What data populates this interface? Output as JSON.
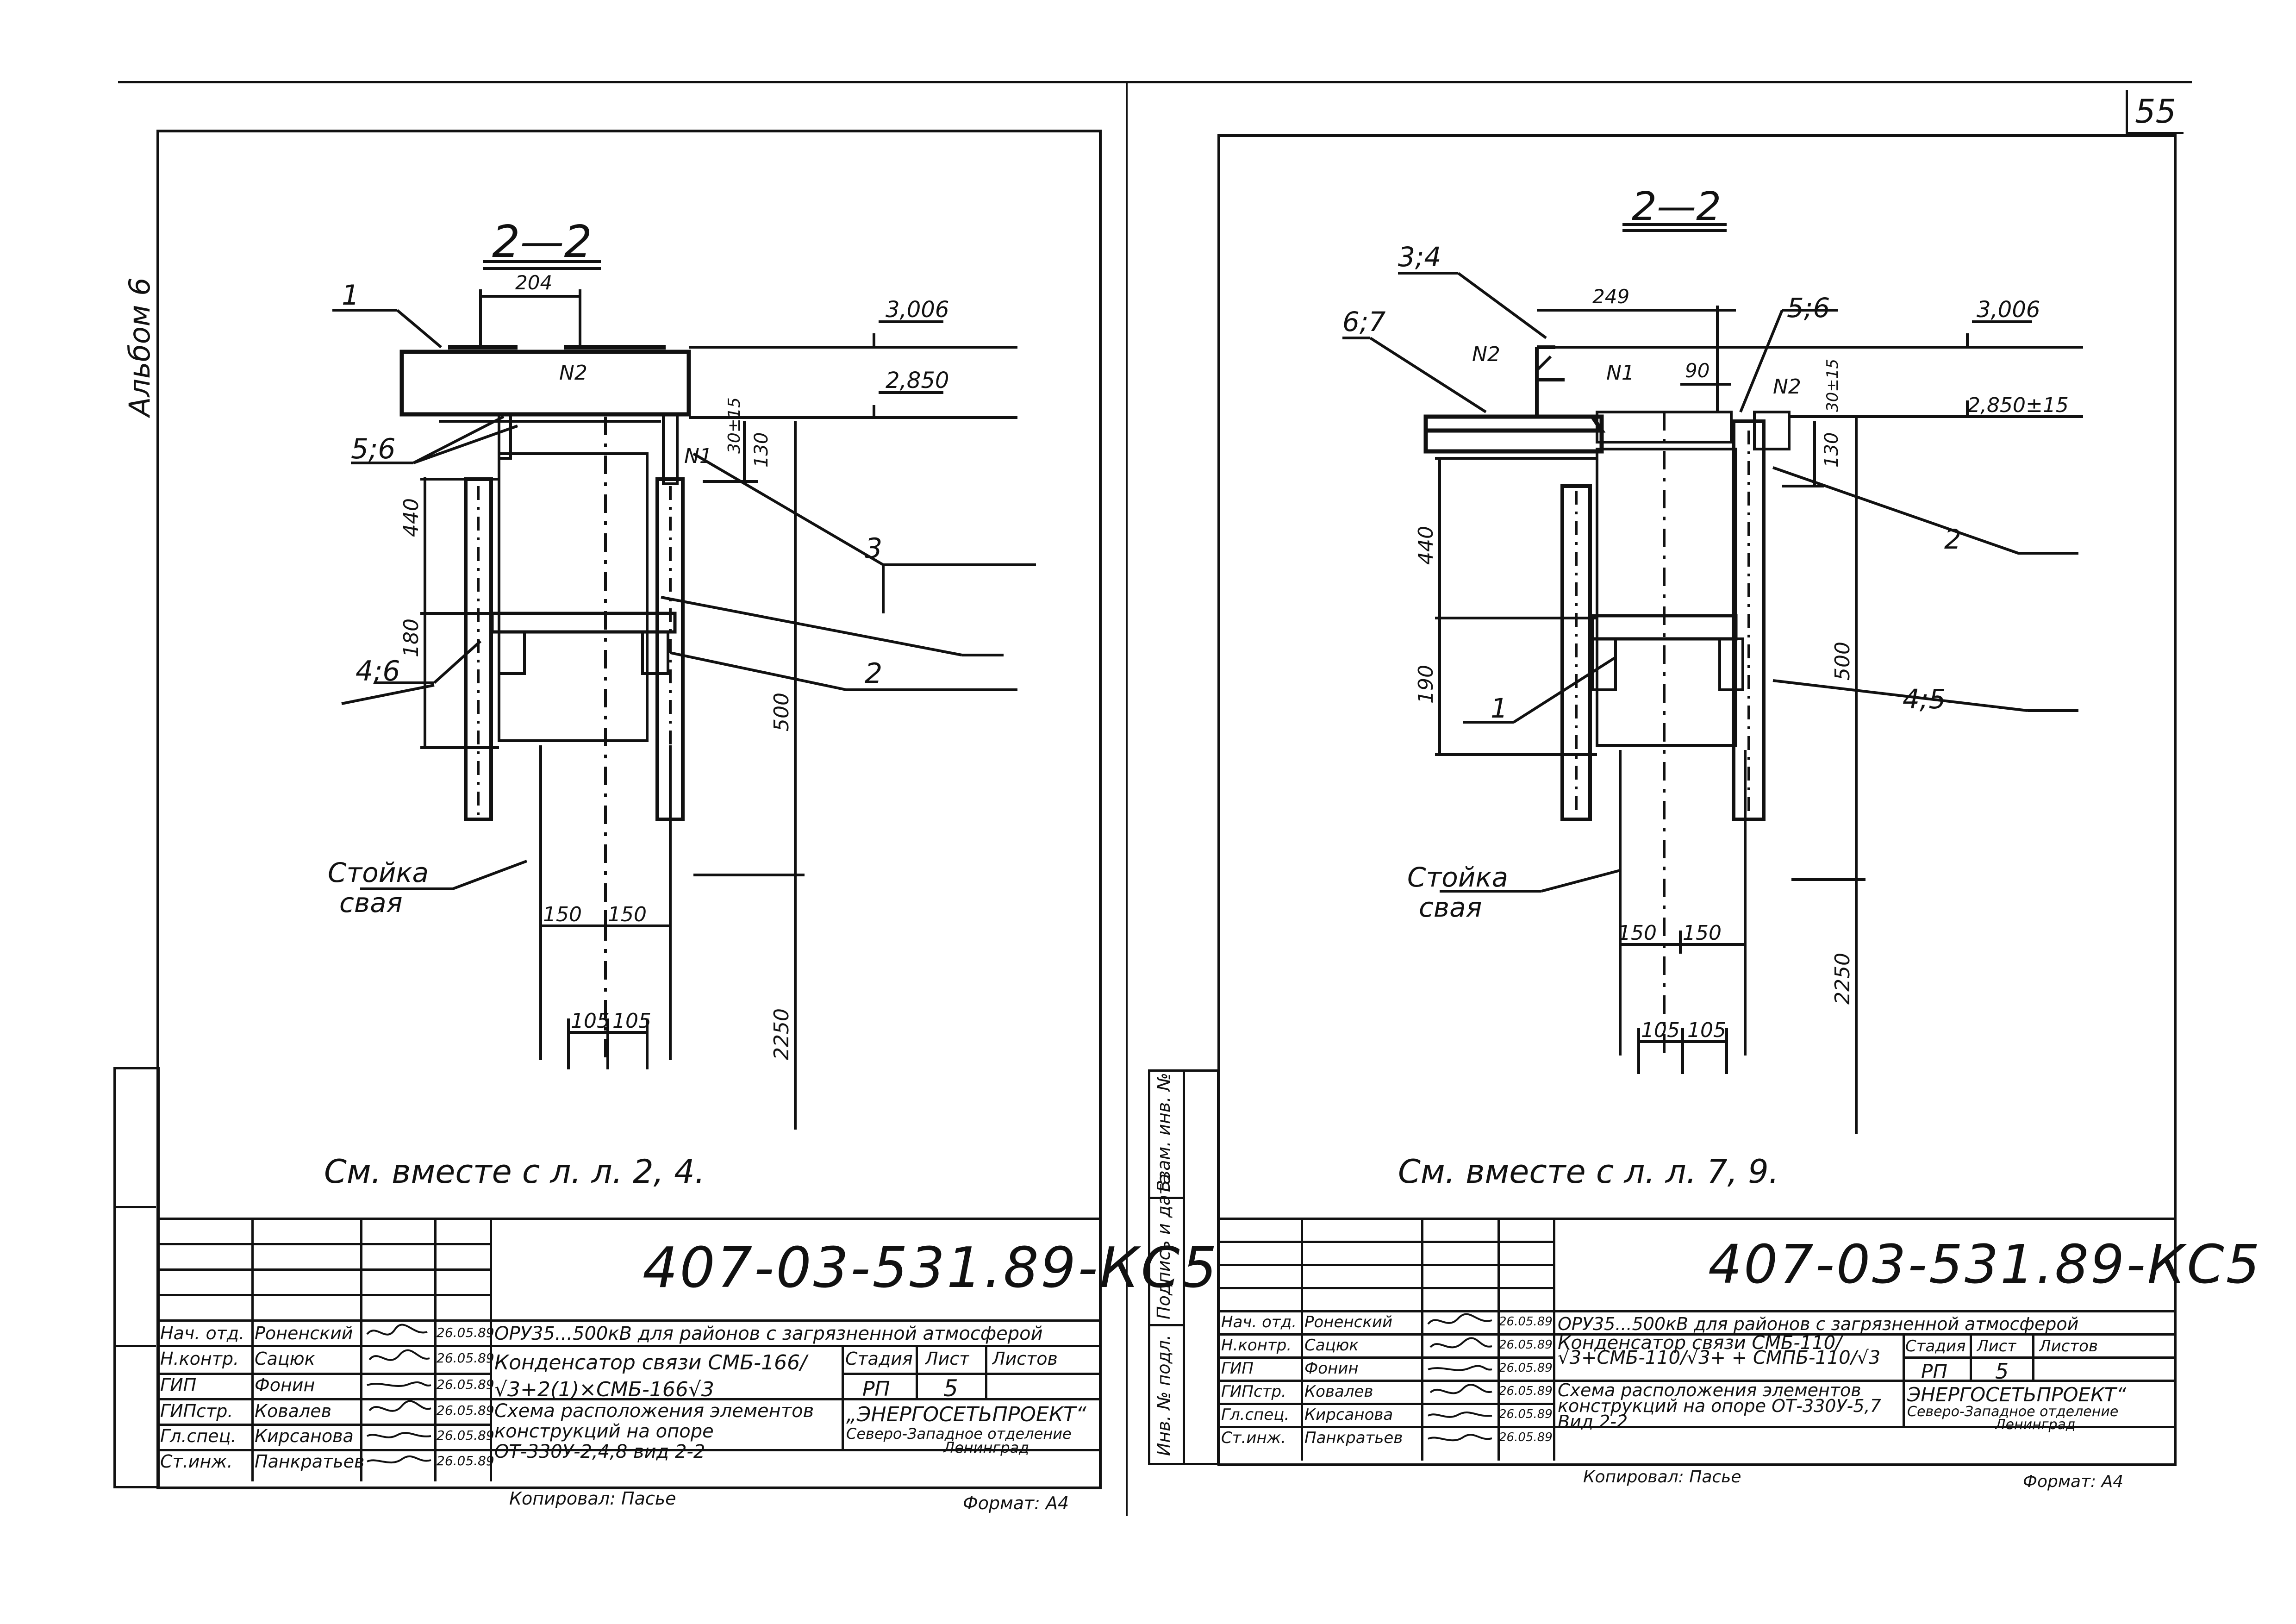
{
  "page_number": "55",
  "album_label": "Альбом 6",
  "left_margin_labels": [
    "Инв. № подл.",
    "Подпись и дата",
    "Взам. инв. №"
  ],
  "sheets": [
    {
      "section_title": "2—2",
      "dims": {
        "d204": "204",
        "d440": "440",
        "d180": "180",
        "d500": "500",
        "d2250": "2250",
        "d150a": "150",
        "d150b": "150",
        "d105a": "105",
        "d105b": "105",
        "d130": "130",
        "d30": "30±15",
        "lvl1": "3,006",
        "lvl2": "2,850"
      },
      "callouts": {
        "c1": "1",
        "c56": "5;6",
        "c3": "3",
        "c46": "4;6",
        "c2": "2",
        "n2": "N2",
        "n1": "N1"
      },
      "stoika": "Стойка",
      "svaya": "свая",
      "note": "См. вместе с л. л. 2, 4.",
      "code": "407-03-531.89-КС5",
      "project": "ОРУ35...500кВ для районов с загрязненной атмосферой",
      "drawing_name": "Конденсатор связи СМБ-166/√3+2(1)×СМБ-166√3",
      "sheet_desc": "Схема расположения элементов конструкций на опоре ОТ-330У-2,4,8 вид 2-2",
      "stage_h": "Стадия",
      "list_h": "Лист",
      "lists_h": "Листов",
      "stage": "РП",
      "list": "5",
      "org1": "„ЭНЕРГОСЕТЬПРОЕКТ“",
      "org2": "Северо-Западное отделение",
      "org3": "Ленинград",
      "roles": [
        "Нач. отд.",
        "Н.контр.",
        "ГИП",
        "ГИПстр.",
        "Гл.спец.",
        "Ст.инж."
      ],
      "names": [
        "Роненский",
        "Сацюк",
        "Фонин",
        "Ковалев",
        "Кирсанова",
        "Панкратьев"
      ],
      "dates": [
        "26.05.89",
        "26.05.89",
        "26.05.89",
        "26.05.89",
        "26.05.89",
        "26.05.89"
      ],
      "copied": "Копировал: Пасье",
      "format": "Формат: А4"
    },
    {
      "section_title": "2—2",
      "dims": {
        "d249": "249",
        "d90": "90",
        "d440": "440",
        "d190": "190",
        "d500": "500",
        "d2250": "2250",
        "d150a": "150",
        "d150b": "150",
        "d105a": "105",
        "d105b": "105",
        "d130": "130",
        "d30": "30±15",
        "lvl1": "3,006",
        "lvl2": "2,850±15"
      },
      "callouts": {
        "c34": "3;4",
        "c67": "6;7",
        "c56": "5;6",
        "c2": "2",
        "c1": "1",
        "c45": "4;5",
        "n2a": "N2",
        "n2b": "N2",
        "n1": "N1"
      },
      "stoika": "Стойка",
      "svaya": "свая",
      "note": "См. вместе  с л. л. 7, 9.",
      "code": "407-03-531.89-КС5",
      "project": "ОРУ35...500кВ для районов с загрязненной атмосферой",
      "drawing_name": "Конденсатор связи СМБ-110/√3+СМБ-110/√3+ + СМПБ-110/√3",
      "sheet_desc": "Схема расположения элементов конструкций на опоре ОТ-330У-5,7 Вид 2-2",
      "stage_h": "Стадия",
      "list_h": "Лист",
      "lists_h": "Листов",
      "stage": "РП",
      "list": "5",
      "org1": "ЭНЕРГОСЕТЬПРОЕКТ“",
      "org2": "Северо-Западное отделение",
      "org3": "Ленинград",
      "roles": [
        "Нач. отд.",
        "Н.контр.",
        "ГИП",
        "ГИПстр.",
        "Гл.спец.",
        "Ст.инж."
      ],
      "names": [
        "Роненский",
        "Сацюк",
        "Фонин",
        "Ковалев",
        "Кирсанова",
        "Панкратьев"
      ],
      "dates": [
        "26.05.89",
        "26.05.89",
        "26.05.89",
        "26.05.89",
        "26.05.89",
        "26.05.89"
      ],
      "copied": "Копировал: Пасье",
      "format": "Формат: А4"
    }
  ]
}
